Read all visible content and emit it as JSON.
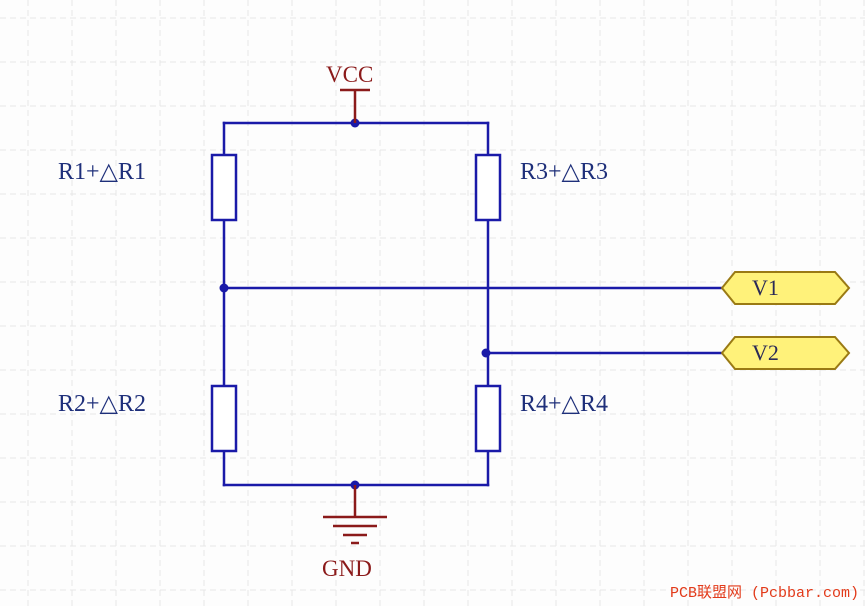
{
  "colors": {
    "wire": "#1a1aa8",
    "component": "#1a1aa8",
    "power": "#8b1a1a",
    "port_fill": "#fff27a",
    "port_stroke": "#9a7a14",
    "grid": "#e6e6e6",
    "watermark": "#e23a1a"
  },
  "power": {
    "vcc_label": "VCC",
    "gnd_label": "GND"
  },
  "resistors": [
    {
      "id": "r1",
      "label": "R1+△R1"
    },
    {
      "id": "r2",
      "label": "R2+△R2"
    },
    {
      "id": "r3",
      "label": "R3+△R3"
    },
    {
      "id": "r4",
      "label": "R4+△R4"
    }
  ],
  "ports": [
    {
      "id": "v1",
      "label": "V1"
    },
    {
      "id": "v2",
      "label": "V2"
    }
  ],
  "watermark": "PCB联盟网 (Pcbbar.com)"
}
